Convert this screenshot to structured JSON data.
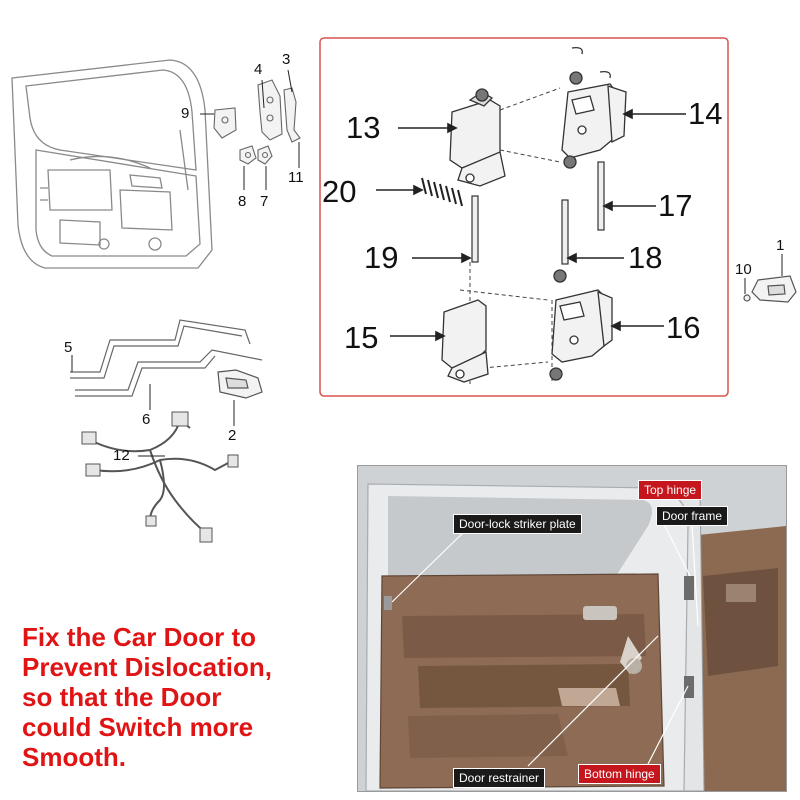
{
  "part_numbers": {
    "n1": "1",
    "n2": "2",
    "n3": "3",
    "n4": "4",
    "n5": "5",
    "n6": "6",
    "n7": "7",
    "n8": "8",
    "n9": "9",
    "n10": "10",
    "n11": "11",
    "n12": "12",
    "n13": "13",
    "n14": "14",
    "n15": "15",
    "n16": "16",
    "n17": "17",
    "n18": "18",
    "n19": "19",
    "n20": "20"
  },
  "caption": {
    "line1": "Fix the Car Door to",
    "line2": "Prevent Dislocation,",
    "line3": "so that the Door",
    "line4": "could Switch more",
    "line5": "Smooth."
  },
  "photo_labels": {
    "top_hinge": "Top hinge",
    "door_frame": "Door frame",
    "striker_plate": "Door-lock striker plate",
    "door_restrainer": "Door restrainer",
    "bottom_hinge": "Bottom hinge"
  },
  "colors": {
    "caption": "#e01414",
    "highlight_border": "#d9534f",
    "label_dark": "#1a1a1a",
    "label_red": "#c4161c"
  }
}
